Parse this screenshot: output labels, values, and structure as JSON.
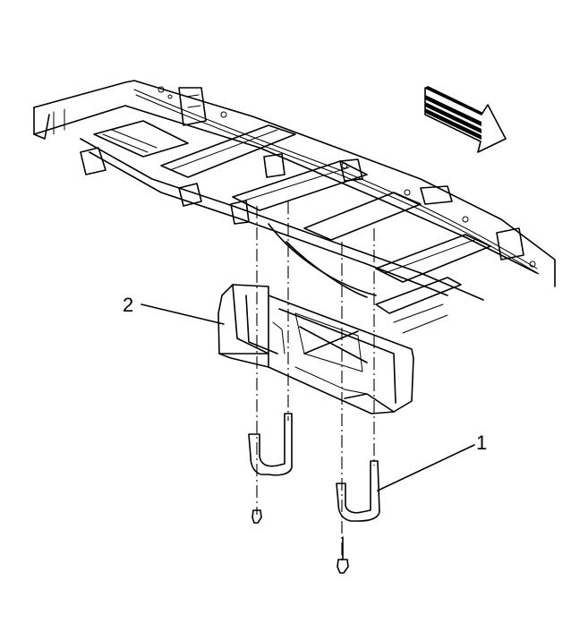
{
  "callouts": [
    {
      "id": "1",
      "label": "1"
    },
    {
      "id": "2",
      "label": "2"
    }
  ],
  "icons": {
    "front_arrow": "direction-arrow-icon"
  },
  "colors": {
    "line": "#000000",
    "background": "#ffffff"
  }
}
